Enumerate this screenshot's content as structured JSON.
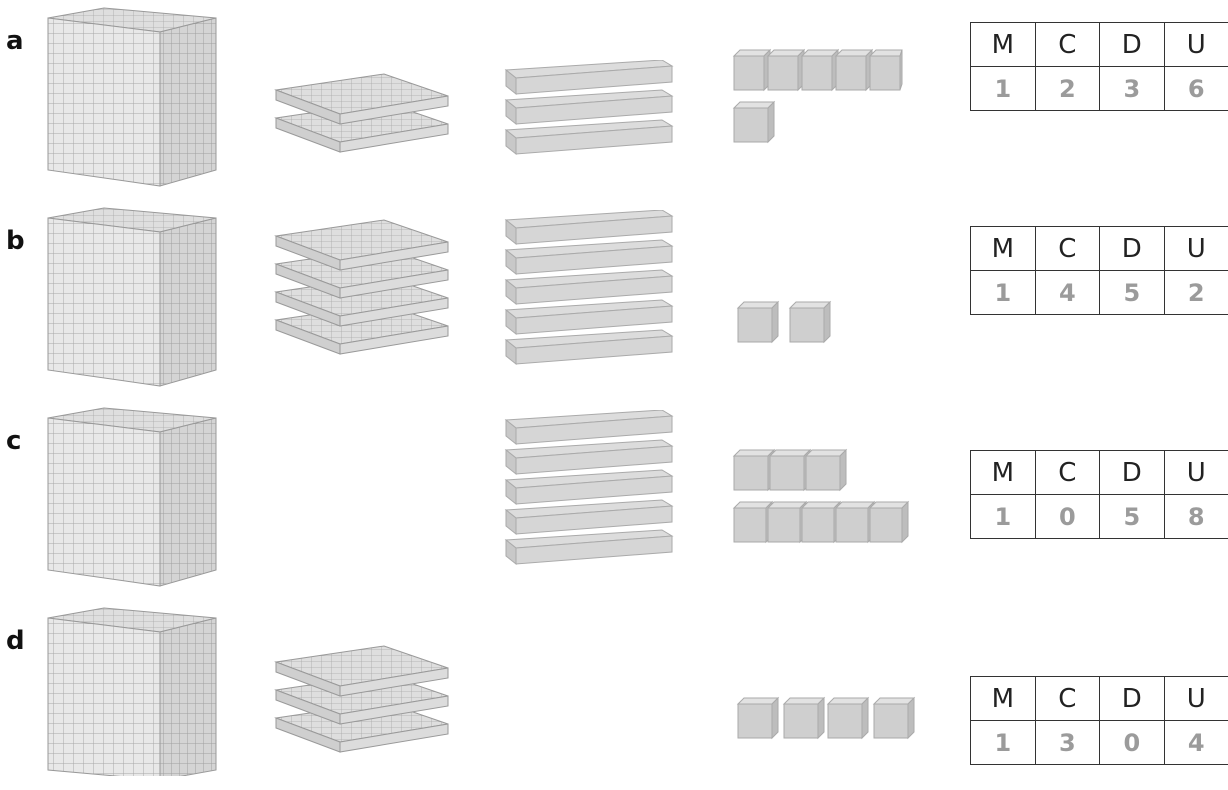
{
  "headers": [
    "M",
    "C",
    "D",
    "U"
  ],
  "colors": {
    "block_light": "#e6e6e6",
    "block_mid": "#cfcfcf",
    "block_dark": "#b9b9b9",
    "grid": "#a9a9a9",
    "digit": "#9b9b9b"
  },
  "rows": [
    {
      "letter": "a",
      "values": [
        "1",
        "2",
        "3",
        "6"
      ]
    },
    {
      "letter": "b",
      "values": [
        "1",
        "4",
        "5",
        "2"
      ]
    },
    {
      "letter": "c",
      "values": [
        "1",
        "0",
        "5",
        "8"
      ]
    },
    {
      "letter": "d",
      "values": [
        "1",
        "3",
        "0",
        "4"
      ]
    }
  ]
}
